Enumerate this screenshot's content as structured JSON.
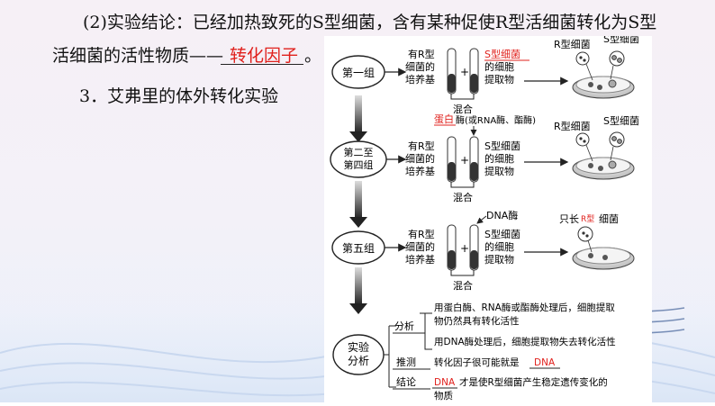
{
  "conclusion": {
    "line1": "(2)实验结论：已经加热致死的S型细菌，含有某种促使R型活细菌转化为S型",
    "line2_prefix": "活细菌的活性物质——",
    "answer": "转化因子",
    "line2_suffix": "。"
  },
  "section_title": "3．艾弗里的体外转化实验",
  "diagram": {
    "groups": [
      {
        "name": "第一组",
        "tube_left": "有R型细菌的培养基",
        "tube_right_red": "S型细菌",
        "tube_right_rest": "的细胞提取物",
        "mix": "混合",
        "result_label_r": "R型细菌",
        "result_label_s": "S型细菌"
      },
      {
        "name_l1": "第二至",
        "name_l2": "第四组",
        "enzyme_red": "蛋白",
        "enzyme_rest": "酶(或RNA酶、酯酶)",
        "tube_left": "有R型细菌的培养基",
        "tube_right": "S型细菌的细胞提取物",
        "mix": "混合",
        "result_label_r": "R型细菌",
        "result_label_s": "S型细菌"
      },
      {
        "name": "第五组",
        "enzyme": "DNA酶",
        "tube_left": "有R型细菌的培养基",
        "tube_right": "S型细菌的细胞提取物",
        "mix": "混合",
        "result_prefix": "只长",
        "result_red": "R型",
        "result_suffix": "细菌"
      }
    ],
    "analysis": {
      "title_l1": "实验",
      "title_l2": "分析",
      "rows": [
        {
          "label": "分析",
          "lines": [
            "用蛋白酶、RNA酶或酯酶处理后，细胞提取",
            "物仍然具有转化活性"
          ]
        },
        {
          "label": "",
          "lines": [
            "用DNA酶处理后，细胞提取物失去转化活性"
          ]
        },
        {
          "label": "推测",
          "prefix": "转化因子很可能就是",
          "red": "DNA",
          "suffix": ""
        },
        {
          "label": "结论",
          "red": "DNA",
          "suffix": "才是使R型细菌产生稳定遗传变化的",
          "line2": "物质"
        }
      ]
    }
  }
}
